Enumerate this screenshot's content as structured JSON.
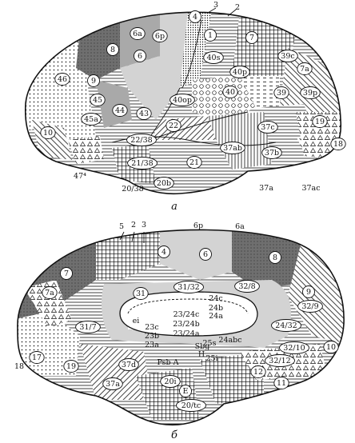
{
  "panels": [
    {
      "caption": "а",
      "area_labels": [
        "1",
        "2",
        "3",
        "4",
        "6",
        "6a",
        "6p",
        "7",
        "7a",
        "8",
        "9",
        "10",
        "18",
        "19",
        "20/38",
        "20b",
        "21",
        "21/38",
        "22",
        "22/38",
        "37a",
        "37ab",
        "37ac",
        "37b",
        "37c",
        "39",
        "39c",
        "39p",
        "40",
        "40op",
        "40p",
        "40s",
        "43",
        "44",
        "45",
        "45a",
        "46",
        "47⁴"
      ]
    },
    {
      "caption": "б",
      "area_labels": [
        "2",
        "3",
        "4",
        "5",
        "6",
        "6a",
        "6p",
        "7",
        "7a",
        "8",
        "9",
        "10",
        "11",
        "12",
        "17",
        "18",
        "19",
        "20i",
        "20/tc",
        "24/32",
        "24a",
        "24abc",
        "24b",
        "24c",
        "25i",
        "25s",
        "31",
        "31/32",
        "31/7",
        "32/10",
        "32/12",
        "32/8",
        "32/9",
        "37a",
        "37d",
        "E",
        "H",
        "Psb A",
        "Sbg",
        "ei",
        "23a",
        "23b",
        "23c",
        "23/24a",
        "23/24b",
        "23/24c"
      ]
    }
  ],
  "colors": {
    "ink": "#111111",
    "shade_dark": "#6f6f6f",
    "shade_mid": "#a9a9a9",
    "shade_light": "#d3d3d3",
    "paper": "#ffffff"
  }
}
